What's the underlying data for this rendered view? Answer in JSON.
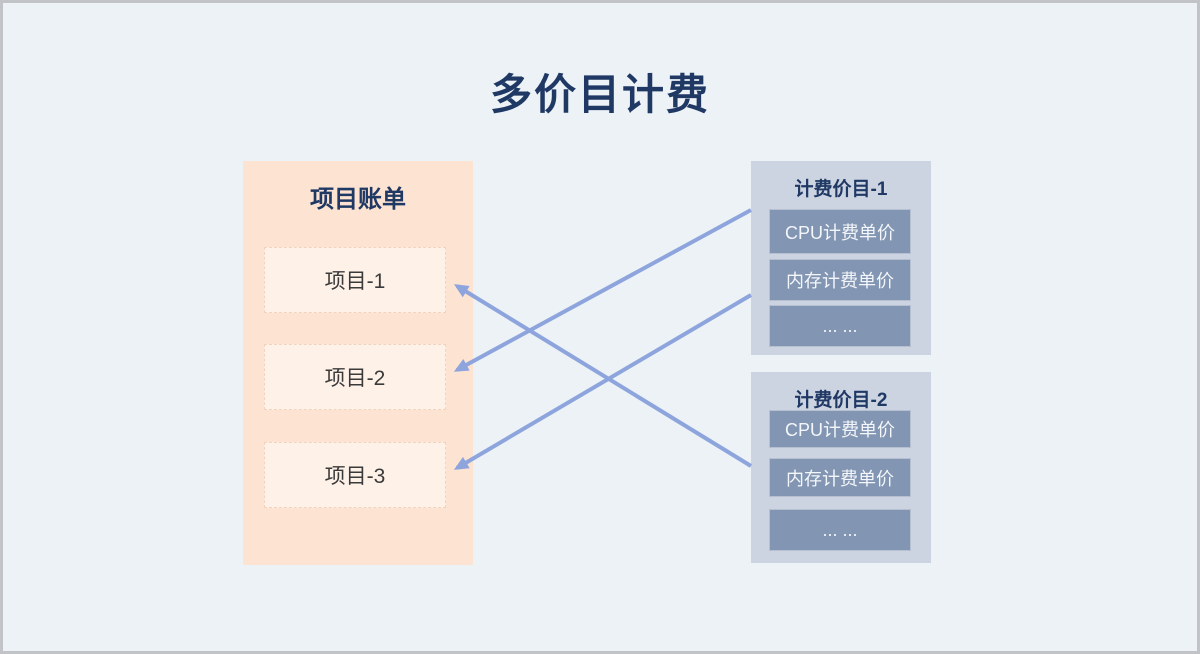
{
  "title": "多价目计费",
  "bill_panel": {
    "title": "项目账单",
    "items": [
      {
        "label": "项目-1"
      },
      {
        "label": "项目-2"
      },
      {
        "label": "项目-3"
      }
    ]
  },
  "price_lists": [
    {
      "title": "计费价目-1",
      "rows": [
        "CPU计费单价",
        "内存计费单价",
        "... ..."
      ]
    },
    {
      "title": "计费价目-2",
      "rows": [
        "CPU计费单价",
        "内存计费单价",
        "... ..."
      ]
    }
  ],
  "connections": [
    {
      "from": "计费价目-1",
      "to": "项目-2"
    },
    {
      "from": "计费价目-1",
      "to": "项目-3"
    },
    {
      "from": "计费价目-2",
      "to": "项目-1"
    }
  ],
  "colors": {
    "background": "#edf2f7",
    "frame_border": "#c2c3c7",
    "title_text": "#1f3864",
    "bill_panel_fill": "#fce3d2",
    "bill_item_fill": "#fdf1e8",
    "price_panel_fill": "#cdd4e1",
    "price_row_fill": "#8295b2",
    "price_row_text": "#f3f6fa",
    "arrow": "#8da5dc"
  }
}
